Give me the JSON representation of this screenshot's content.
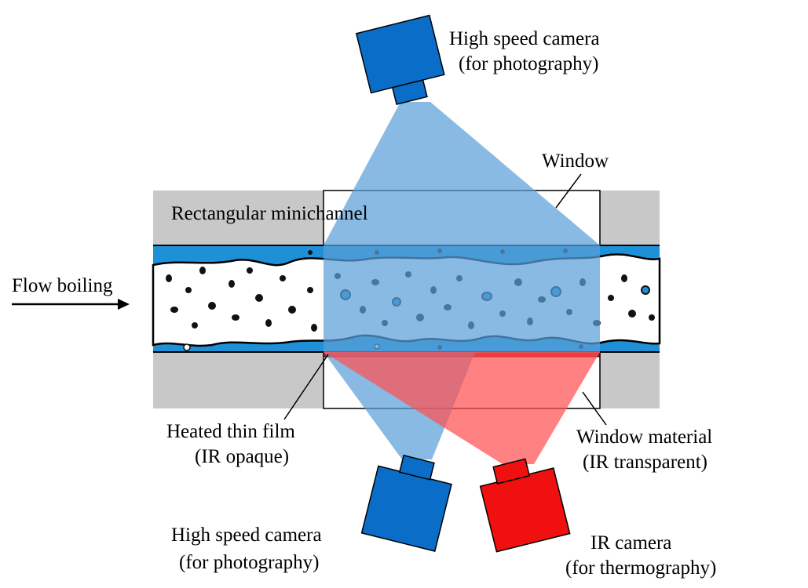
{
  "labels": {
    "top_camera_line1": "High speed camera",
    "top_camera_line2": "(for photography)",
    "window": "Window",
    "channel": "Rectangular minichannel",
    "flow": "Flow boiling",
    "film_line1": "Heated thin film",
    "film_line2": "(IR opaque)",
    "window_material_line1": "Window material",
    "window_material_line2": "(IR transparent)",
    "bottom_camera_line1": "High speed camera",
    "bottom_camera_line2": "(for photography)",
    "ir_camera_line1": "IR camera",
    "ir_camera_line2": "(for thermography)"
  },
  "colors": {
    "wall": "#c8c8c8",
    "liquid": "#1e90d8",
    "vapor": "#ffffff",
    "camera_blue": "#0a6ec8",
    "camera_red": "#f01010",
    "view_blue": "#5aa0d8",
    "view_red": "#ff5050",
    "film": "#e00000"
  }
}
